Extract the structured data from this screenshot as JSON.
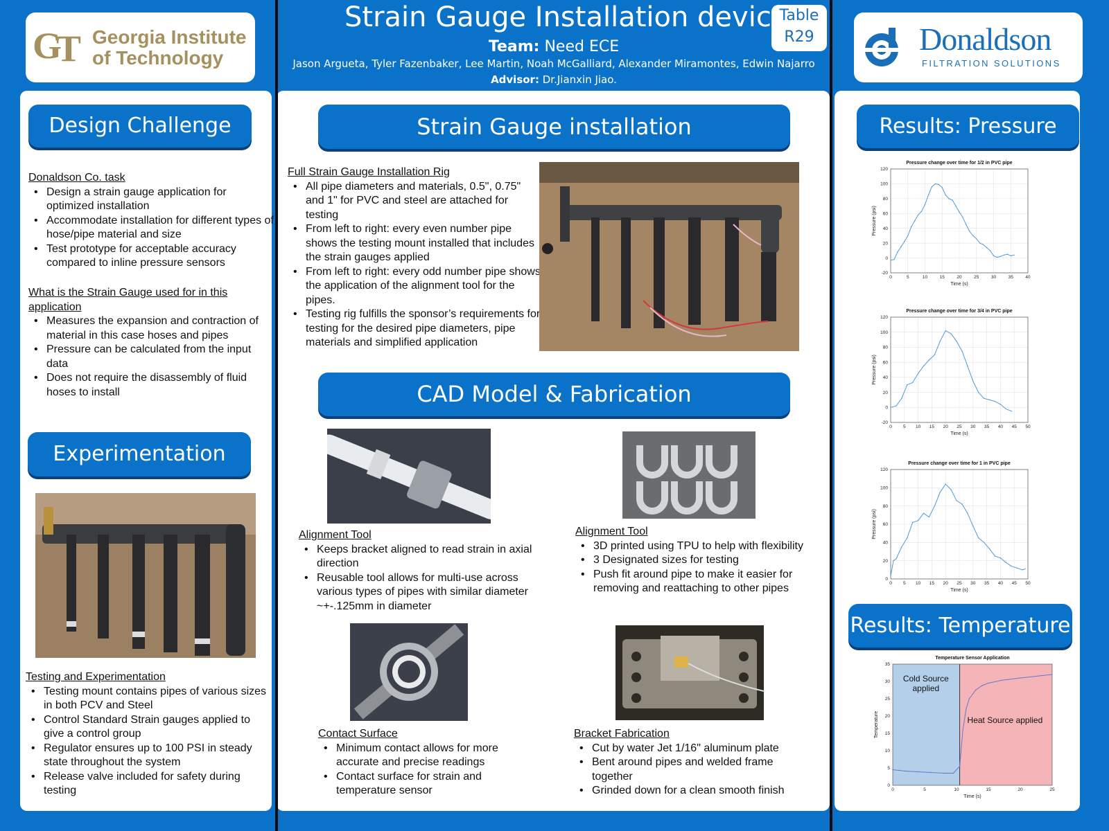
{
  "header": {
    "title": "Strain Gauge Installation device",
    "team_label": "Team:",
    "team_name": "Need ECE",
    "members": "Jason Argueta, Tyler Fazenbaker, Lee Martin, Noah McGalliard, Alexander Miramontes, Edwin Najarro",
    "advisor_label": "Advisor:",
    "advisor_name": "Dr.Jianxin Jiao.",
    "table_word": "Table",
    "table_id": "R29"
  },
  "logos": {
    "gt_line1": "Georgia Institute",
    "gt_line2": "of Technology",
    "donaldson_name": "Donaldson",
    "donaldson_tagline": "FILTRATION SOLUTIONS"
  },
  "left": {
    "design_banner": "Design Challenge",
    "task_heading": "Donaldson Co. task",
    "task_items": [
      "Design a strain gauge application for optimized installation",
      "Accommodate installation for different types of hose/pipe material and size",
      "Test prototype for acceptable accuracy compared to inline pressure sensors"
    ],
    "usage_heading": "What is the Strain Gauge used for in this application",
    "usage_items": [
      "Measures the expansion and contraction of material in this case hoses and pipes",
      "Pressure can be calculated from the input data",
      "Does not require the disassembly of fluid hoses to install"
    ],
    "experiment_banner": "Experimentation",
    "testing_heading": "Testing and Experimentation",
    "testing_items": [
      "Testing mount contains pipes of various sizes in both PCV and Steel",
      "Control Standard Strain gauges applied to give a control group",
      "Regulator ensures up to 100 PSI in steady state throughout the system",
      "Release valve included for safety during testing"
    ]
  },
  "middle": {
    "install_banner": "Strain Gauge installation",
    "rig_heading": "Full Strain Gauge Installation Rig",
    "rig_items": [
      "All pipe diameters and materials, 0.5\", 0.75\" and 1\" for PVC and steel are attached for testing",
      "From left to right: every even number pipe shows the testing mount installed that includes the strain gauges applied",
      "From left to right: every odd number pipe shows the application of the alignment tool for the pipes.",
      "Testing rig fulfills the sponsor’s requirements for testing for the desired pipe diameters, pipe materials and simplified application"
    ],
    "cad_banner": "CAD Model & Fabrication",
    "align1_heading": "Alignment Tool",
    "align1_items": [
      "Keeps bracket aligned to read strain in axial direction",
      "Reusable tool allows for multi-use across various types of pipes with similar diameter ~+-.125mm in diameter"
    ],
    "align2_heading": "Alignment Tool",
    "align2_items": [
      "3D printed using TPU to help with flexibility",
      "3 Designated sizes for testing",
      "Push fit around pipe to make it easier for removing and reattaching to other pipes"
    ],
    "contact_heading": "Contact Surface",
    "contact_items": [
      "Minimum contact allows for more accurate and precise readings",
      "Contact surface for strain and temperature sensor"
    ],
    "bracket_heading": "Bracket Fabrication",
    "bracket_items": [
      "Cut by water Jet 1/16\" aluminum plate",
      "Bent around pipes and welded frame together",
      "Grinded down for a clean smooth finish"
    ]
  },
  "right": {
    "pressure_banner": "Results: Pressure",
    "temperature_banner": "Results: Temperature"
  },
  "colors": {
    "brand_blue": "#0a72c9",
    "gt_gold": "#a59160",
    "cold_fill": "#b4cfea",
    "heat_fill": "#f5b5b8",
    "line": "#4f9bd4"
  },
  "chart_data": [
    {
      "type": "line",
      "title": "Pressure change over time for 1/2 in PVC pipe",
      "xlabel": "Time (s)",
      "ylabel": "Pressure (psi)",
      "xlim": [
        0,
        40
      ],
      "ylim": [
        -20,
        120
      ],
      "xticks": [
        0,
        5,
        10,
        15,
        20,
        25,
        30,
        35,
        40
      ],
      "yticks": [
        -20,
        0,
        20,
        40,
        60,
        80,
        100,
        120
      ],
      "grid": true,
      "x": [
        0,
        1,
        2,
        3,
        4,
        5,
        6,
        7,
        8,
        9,
        10,
        11,
        12,
        13,
        14,
        15,
        16,
        17,
        18,
        19,
        20,
        21,
        22,
        23,
        24,
        25,
        26,
        27,
        28,
        29,
        30,
        31,
        32,
        33,
        34,
        35,
        36
      ],
      "y": [
        -3,
        -2,
        8,
        15,
        22,
        30,
        42,
        50,
        58,
        63,
        72,
        85,
        96,
        100,
        99,
        95,
        85,
        80,
        78,
        70,
        62,
        55,
        45,
        36,
        30,
        26,
        20,
        18,
        14,
        10,
        3,
        1,
        2,
        4,
        5,
        3,
        4
      ]
    },
    {
      "type": "line",
      "title": "Pressure change over time for 3/4 in PVC pipe",
      "xlabel": "Time (s)",
      "ylabel": "Pressure (psi)",
      "xlim": [
        0,
        50
      ],
      "ylim": [
        -20,
        120
      ],
      "xticks": [
        0,
        5,
        10,
        15,
        20,
        25,
        30,
        35,
        40,
        45,
        50
      ],
      "yticks": [
        -20,
        0,
        20,
        40,
        60,
        80,
        100,
        120
      ],
      "grid": true,
      "x": [
        0,
        2,
        4,
        6,
        8,
        10,
        12,
        14,
        16,
        18,
        20,
        22,
        24,
        26,
        28,
        30,
        32,
        34,
        36,
        38,
        40,
        42,
        44
      ],
      "y": [
        0,
        2,
        12,
        30,
        33,
        45,
        55,
        63,
        70,
        88,
        102,
        98,
        88,
        75,
        55,
        35,
        20,
        12,
        10,
        8,
        4,
        -2,
        -5
      ]
    },
    {
      "type": "line",
      "title": "Pressure change over time for 1 in PVC pipe",
      "xlabel": "Time (s)",
      "ylabel": "Pressure (psi)",
      "xlim": [
        0,
        50
      ],
      "ylim": [
        0,
        120
      ],
      "xticks": [
        0,
        5,
        10,
        15,
        20,
        25,
        30,
        35,
        40,
        45,
        50
      ],
      "yticks": [
        0,
        20,
        40,
        60,
        80,
        100,
        120
      ],
      "grid": true,
      "x": [
        0,
        1,
        2,
        4,
        6,
        8,
        10,
        12,
        14,
        16,
        18,
        20,
        22,
        24,
        26,
        28,
        30,
        32,
        34,
        36,
        38,
        40,
        42,
        44,
        46,
        48,
        49
      ],
      "y": [
        3,
        20,
        22,
        35,
        45,
        62,
        64,
        72,
        68,
        80,
        95,
        104,
        98,
        86,
        82,
        72,
        58,
        45,
        40,
        33,
        25,
        23,
        18,
        14,
        12,
        10,
        11
      ]
    },
    {
      "type": "line",
      "title": "Temperature Sensor Application",
      "xlabel": "Time (s)",
      "ylabel": "Temperature",
      "xlim": [
        0,
        25
      ],
      "ylim": [
        0,
        35
      ],
      "xticks": [
        0,
        5,
        10,
        15,
        20,
        25
      ],
      "yticks": [
        0,
        5,
        10,
        15,
        20,
        25,
        30,
        35
      ],
      "grid": false,
      "annotations": [
        "Cold Source applied",
        "Heat Source applied"
      ],
      "x": [
        0,
        1,
        2,
        4,
        6,
        8,
        9.5,
        10.5,
        11,
        11.5,
        12,
        13,
        14,
        15,
        17,
        20,
        23,
        25
      ],
      "y": [
        4.5,
        4.3,
        4.1,
        3.9,
        3.7,
        3.5,
        3.5,
        5.5,
        16,
        22,
        25,
        27.5,
        28.8,
        29.5,
        30.3,
        31,
        31.6,
        32
      ]
    }
  ]
}
